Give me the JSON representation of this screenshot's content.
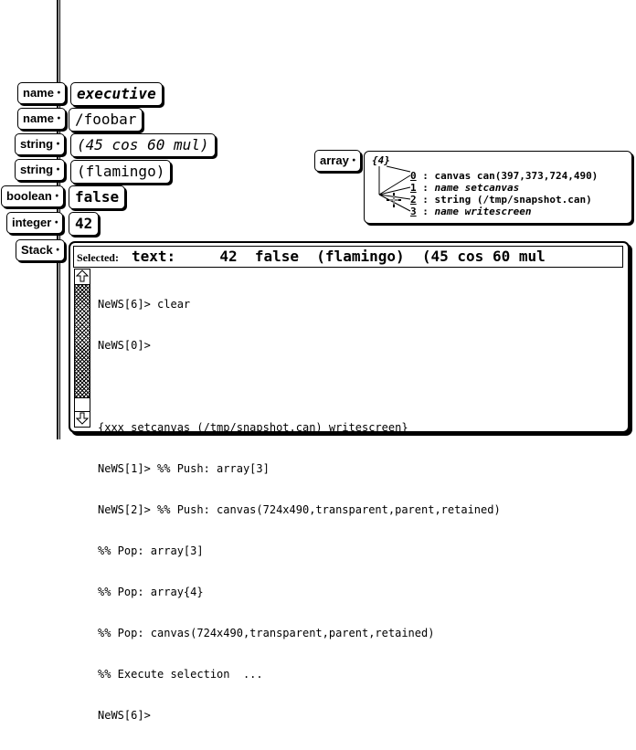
{
  "stack_items": [
    {
      "type": "name",
      "value": "executive"
    },
    {
      "type": "name",
      "value": "/foobar"
    },
    {
      "type": "string",
      "value": "(45 cos 60 mul)"
    },
    {
      "type": "string",
      "value": "(flamingo)"
    },
    {
      "type": "boolean",
      "value": "false"
    },
    {
      "type": "integer",
      "value": "42"
    }
  ],
  "stack_label": "Stack",
  "bullet": "•",
  "array": {
    "type_label": "array",
    "count": "{4}",
    "elements": [
      {
        "index": "0",
        "sep": " : ",
        "text": "canvas can(397,373,724,490)"
      },
      {
        "index": "1",
        "sep": " : ",
        "text": "name setcanvas"
      },
      {
        "index": "2",
        "sep": " : ",
        "text": "string (/tmp/snapshot.can)"
      },
      {
        "index": "3",
        "sep": " : ",
        "text": "name writescreen"
      }
    ]
  },
  "selection": {
    "label": "Selected:",
    "text": "text:     42  false  (flamingo)  (45 cos 60 mul"
  },
  "console_lines": [
    "NeWS[6]> clear",
    "NeWS[0]>",
    "",
    "{xxx setcanvas (/tmp/snapshot.can) writescreen}",
    "NeWS[1]> %% Push: array[3]",
    "NeWS[2]> %% Push: canvas(724x490,transparent,parent,retained)",
    "%% Pop: array[3]",
    "%% Pop: array{4}",
    "%% Pop: canvas(724x490,transparent,parent,retained)",
    "%% Execute selection  ...",
    "NeWS[6]>"
  ],
  "icons": {
    "scroll_up": "scroll-up-arrow-icon",
    "scroll_down": "scroll-down-arrow-icon",
    "cursor": "crosshair-cursor-icon"
  },
  "colors": {
    "fg": "#000000",
    "bg": "#ffffff"
  }
}
